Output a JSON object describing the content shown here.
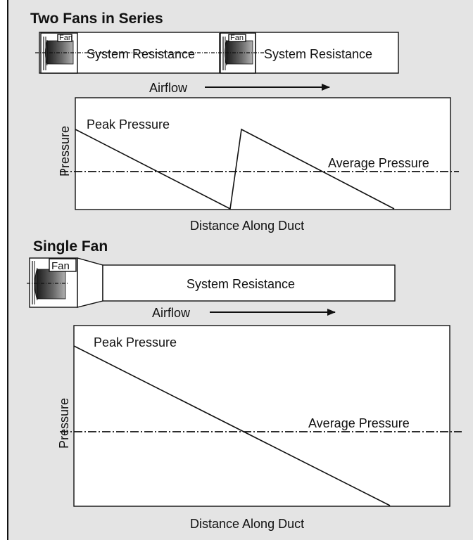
{
  "series_section": {
    "title": "Two Fans in Series",
    "fan_label": "Fan",
    "resistance_label": "System Resistance",
    "airflow_label": "Airflow",
    "plot": {
      "y_label": "Pressure",
      "x_label": "Distance Along Duct",
      "peak_label": "Peak Pressure",
      "avg_label": "Average Pressure"
    }
  },
  "single_section": {
    "title": "Single Fan",
    "fan_label": "Fan",
    "resistance_label": "System Resistance",
    "airflow_label": "Airflow",
    "plot": {
      "y_label": "Pressure",
      "x_label": "Distance Along Duct",
      "peak_label": "Peak Pressure",
      "avg_label": "Average Pressure"
    }
  },
  "colors": {
    "panel_background": "#e4e4e4",
    "line": "#111111",
    "fan_motor_dark": "#222222",
    "fan_motor_light": "#aaaaaa"
  }
}
